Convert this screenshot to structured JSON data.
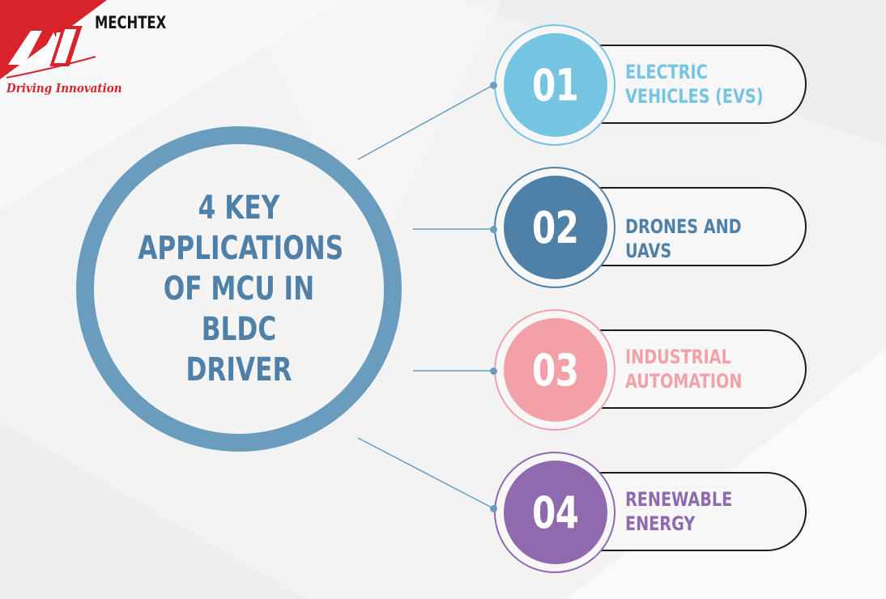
{
  "logo": {
    "brand_name": "MECHTEX",
    "tagline": "Driving Innovation",
    "brand_color": "#d8232a"
  },
  "center": {
    "title": "4 KEY\nAPPLICATIONS\nOF MCU IN BLDC\nDRIVER",
    "ring_color": "#6a9dbd",
    "text_color": "#4f81a8"
  },
  "items": [
    {
      "number": "01",
      "label": "ELECTRIC\nVEHICLES (EVS)",
      "color": "#75c4e1"
    },
    {
      "number": "02",
      "label": "DRONES AND UAVS",
      "color": "#4f81a8"
    },
    {
      "number": "03",
      "label": "INDUSTRIAL\nAUTOMATION",
      "color": "#f2a1a8"
    },
    {
      "number": "04",
      "label": "RENEWABLE\nENERGY",
      "color": "#8f6aae"
    }
  ],
  "connector_color": "#6a9dbd"
}
